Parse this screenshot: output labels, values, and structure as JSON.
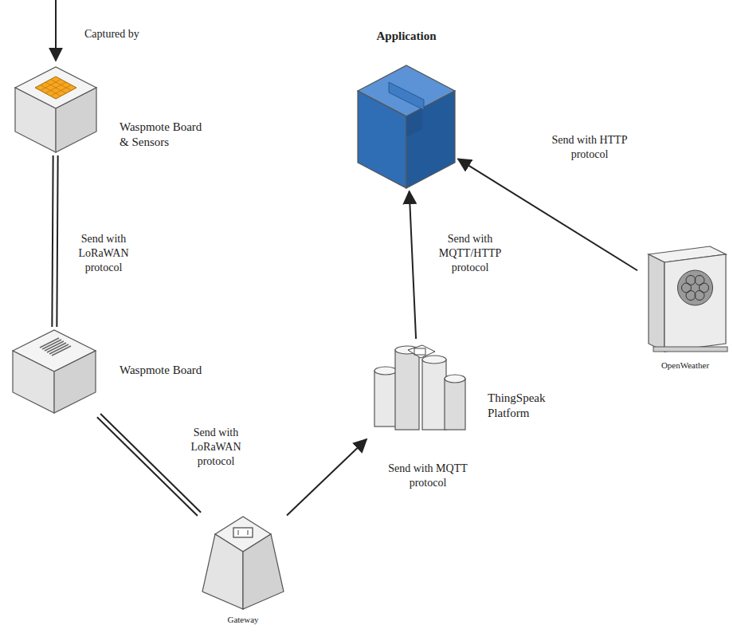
{
  "diagram": {
    "nodes": [
      {
        "text": [
          "Waspmote Board & Sensors"
        ]
      },
      {
        "text": [
          "Application"
        ]
      },
      {
        "text": [
          "Waspmote Board"
        ]
      },
      {
        "text": [
          "ThingSpeak Platform"
        ]
      },
      {
        "text": [
          "OpenWeather"
        ]
      },
      {
        "text": [
          "Gateway"
        ]
      }
    ],
    "edges": [
      {
        "from": 0,
        "to": 2,
        "label": "Send with LoRaWAN protocol",
        "arrow": "none"
      },
      {
        "from": 2,
        "to": 5,
        "label": "Send with LoRaWAN protocol",
        "arrow": "none"
      },
      {
        "from": 5,
        "to": 3,
        "label": "Send with MQTT protocol",
        "arrow": "to"
      },
      {
        "from": 3,
        "to": 1,
        "label": "Send with MQTT/HTTP protocol",
        "arrow": "to"
      },
      {
        "from": 4,
        "to": 1,
        "label": "Send with HTTP protocol",
        "arrow": "to"
      }
    ],
    "labels": [
      "Captured by"
    ]
  }
}
